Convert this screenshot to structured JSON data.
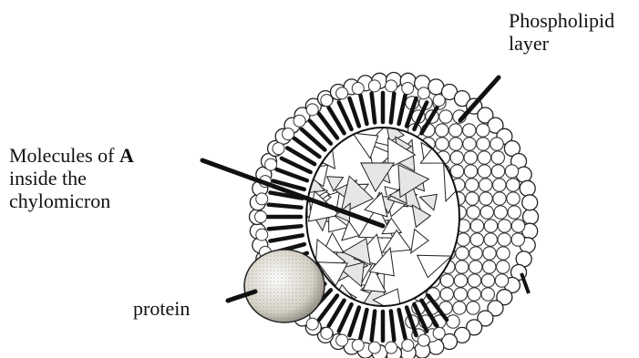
{
  "labels": {
    "phospholipid": "Phospholipid\nlayer",
    "molecules_prefix": "Molecules of ",
    "molecules_letter": "A",
    "molecules_suffix": "\ninside the\nchylomicron",
    "protein": "protein"
  },
  "colors": {
    "ink": "#111111",
    "background": "#ffffff",
    "protein_fill": "#e8e4dc"
  }
}
